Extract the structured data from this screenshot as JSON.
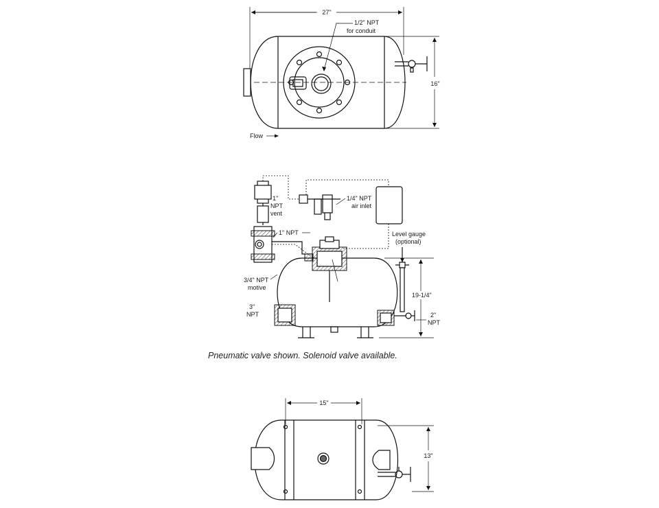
{
  "top_view": {
    "dim_length": "27\"",
    "dim_height": "16\"",
    "conduit_label_line1": "1/2\" NPT",
    "conduit_label_line2": "for conduit",
    "flow_label": "Flow"
  },
  "side_view": {
    "vent_line1": "1\"",
    "vent_line2": "NPT",
    "vent_line3": "vent",
    "air_inlet_line1": "1/4\" NPT",
    "air_inlet_line2": "air inlet",
    "npt_1": "1\" NPT",
    "level_gauge_line1": "Level gauge",
    "level_gauge_line2": "(optional)",
    "motive_line1": "3/4\" NPT",
    "motive_line2": "motive",
    "inlet_line1": "3\"",
    "inlet_line2": "NPT",
    "dim_height": "19-1/4\"",
    "outlet_line1": "2\"",
    "outlet_line2": "NPT"
  },
  "caption": "Pneumatic valve shown. Solenoid valve available.",
  "bottom_view": {
    "dim_width": "15\"",
    "dim_height": "13\""
  }
}
